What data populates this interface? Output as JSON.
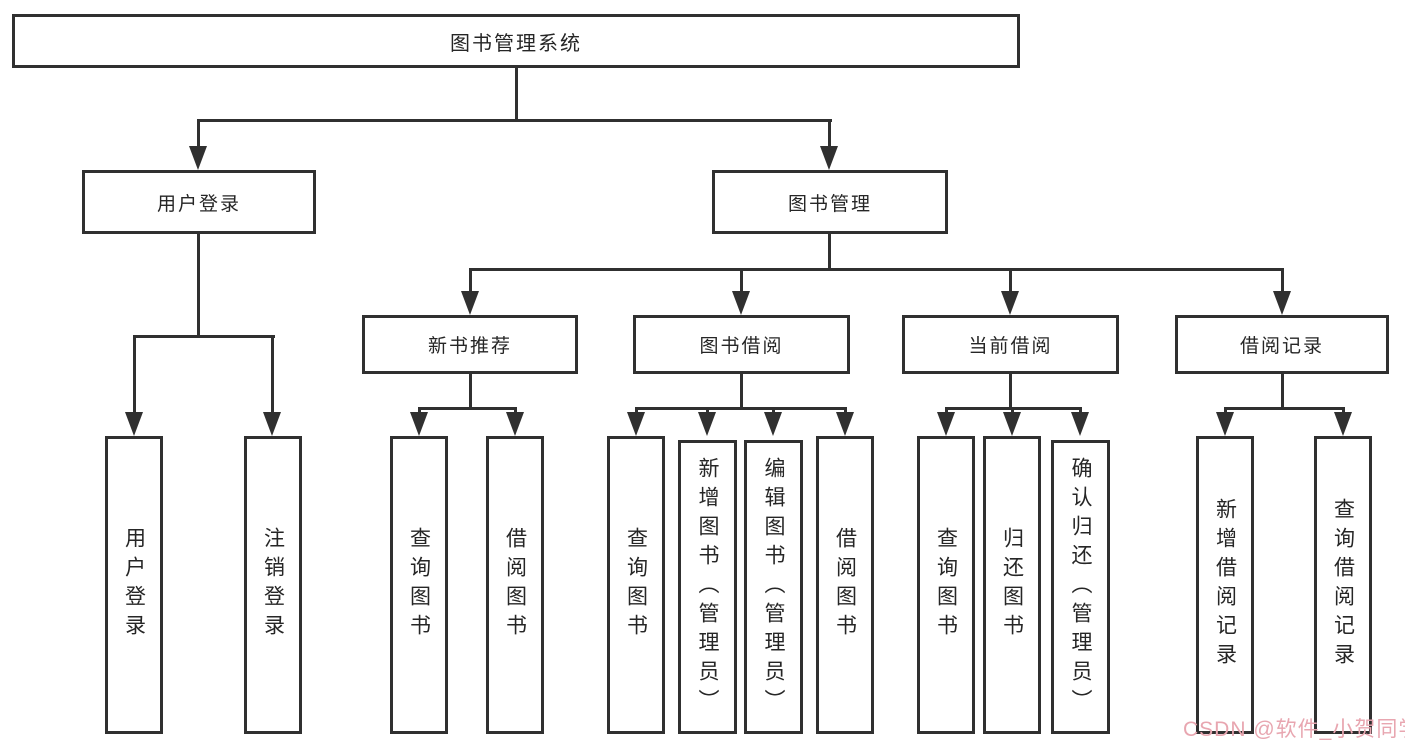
{
  "tree": {
    "root": "图书管理系统",
    "branches": [
      {
        "label": "用户登录",
        "children": [
          "用户登录",
          "注销登录"
        ]
      },
      {
        "label": "图书管理",
        "sections": [
          {
            "label": "新书推荐",
            "children": [
              "查询图书",
              "借阅图书"
            ]
          },
          {
            "label": "图书借阅",
            "children": [
              "查询图书",
              "新增图书（管理员）",
              "编辑图书（管理员）",
              "借阅图书"
            ]
          },
          {
            "label": "当前借阅",
            "children": [
              "查询图书",
              "归还图书",
              "确认归还（管理员）"
            ]
          },
          {
            "label": "借阅记录",
            "children": [
              "新增借阅记录",
              "查询借阅记录"
            ]
          }
        ]
      }
    ]
  },
  "watermark": {
    "text": "CSDN @软件_小贺同学"
  },
  "colors": {
    "line": "#303030",
    "wm": "#e8a6b0"
  }
}
